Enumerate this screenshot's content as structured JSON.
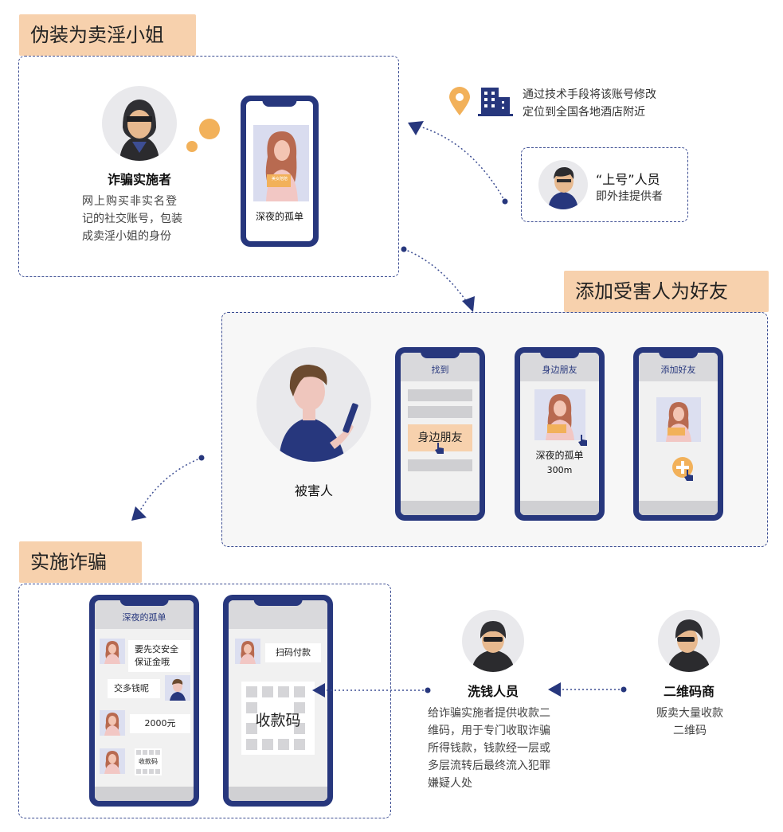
{
  "sections": {
    "s1_title": "伪装为卖淫小姐",
    "s2_title": "添加受害人为好友",
    "s3_title": "实施诈骗"
  },
  "scammer": {
    "name": "诈骗实施者",
    "desc_line1": "网上购买非实名登",
    "desc_line2": "记的社交账号，包装",
    "desc_line3": "成卖淫小姐的身份"
  },
  "profile_phone": {
    "caption": "深夜的孤单",
    "badge": "美女陪陪"
  },
  "location_note": {
    "line1": "通过技术手段将该账号修改",
    "line2": "定位到全国各地酒店附近"
  },
  "plugin_person": {
    "line1": "“上号”人员",
    "line2": "即外挂提供者"
  },
  "victim": {
    "name": "被害人"
  },
  "phone_find": {
    "header": "找到",
    "button": "身边朋友"
  },
  "phone_nearby": {
    "header": "身边朋友",
    "name": "深夜的孤单",
    "distance": "300m"
  },
  "phone_add": {
    "header": "添加好友"
  },
  "phone_chat": {
    "header": "深夜的孤单",
    "msg1_line1": "要先交安全",
    "msg1_line2": "保证金哦",
    "msg2": "交多钱呢",
    "msg3": "2000元",
    "msg4": "收款码"
  },
  "phone_pay": {
    "scan_label": "扫码付款",
    "qr_label": "收款码"
  },
  "launderer": {
    "name": "洗钱人员",
    "desc_line1": "给诈骗实施者提供收款二",
    "desc_line2": "维码，用于专门收取诈骗",
    "desc_line3": "所得钱款，钱款经一层或",
    "desc_line4": "多层流转后最终流入犯罪",
    "desc_line5": "嫌疑人处"
  },
  "qr_dealer": {
    "name": "二维码商",
    "desc_line1": "贩卖大量收款",
    "desc_line2": "二维码"
  },
  "colors": {
    "accent_navy": "#27377d",
    "title_bg": "#f7d1ad",
    "highlight": "#f2b15a"
  }
}
